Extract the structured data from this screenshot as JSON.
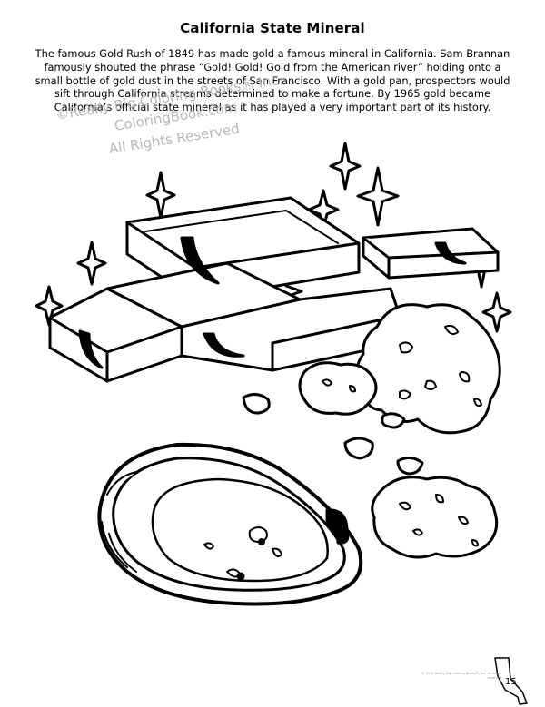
{
  "page": {
    "title": "California State Mineral",
    "paragraph": "The famous Gold Rush of 1849 has made gold a famous mineral in California. Sam Brannan famously shouted the phrase “Gold! Gold! Gold from the American river” holding onto a small bottle of gold dust in the streets of San Francisco. With a gold pan, prospectors would sift through California streams determined to make a fortune. By 1965 gold became California’s official state mineral as it has played a very important part of its history."
  },
  "watermark": {
    "line1": "©Really Big Coloring Books® Inc.",
    "line2": "ColoringBook.com",
    "line3": "All Rights Reserved"
  },
  "footer": {
    "copyright": "© 2015 Really Big Coloring Books®, Inc. All rights reserved",
    "page_number": "15"
  },
  "art": {
    "subjects": [
      "gold-bars",
      "gold-nuggets",
      "gold-pan",
      "sparkles",
      "california-map-outline"
    ],
    "ink_color": "#000000",
    "paper_color": "#ffffff"
  }
}
